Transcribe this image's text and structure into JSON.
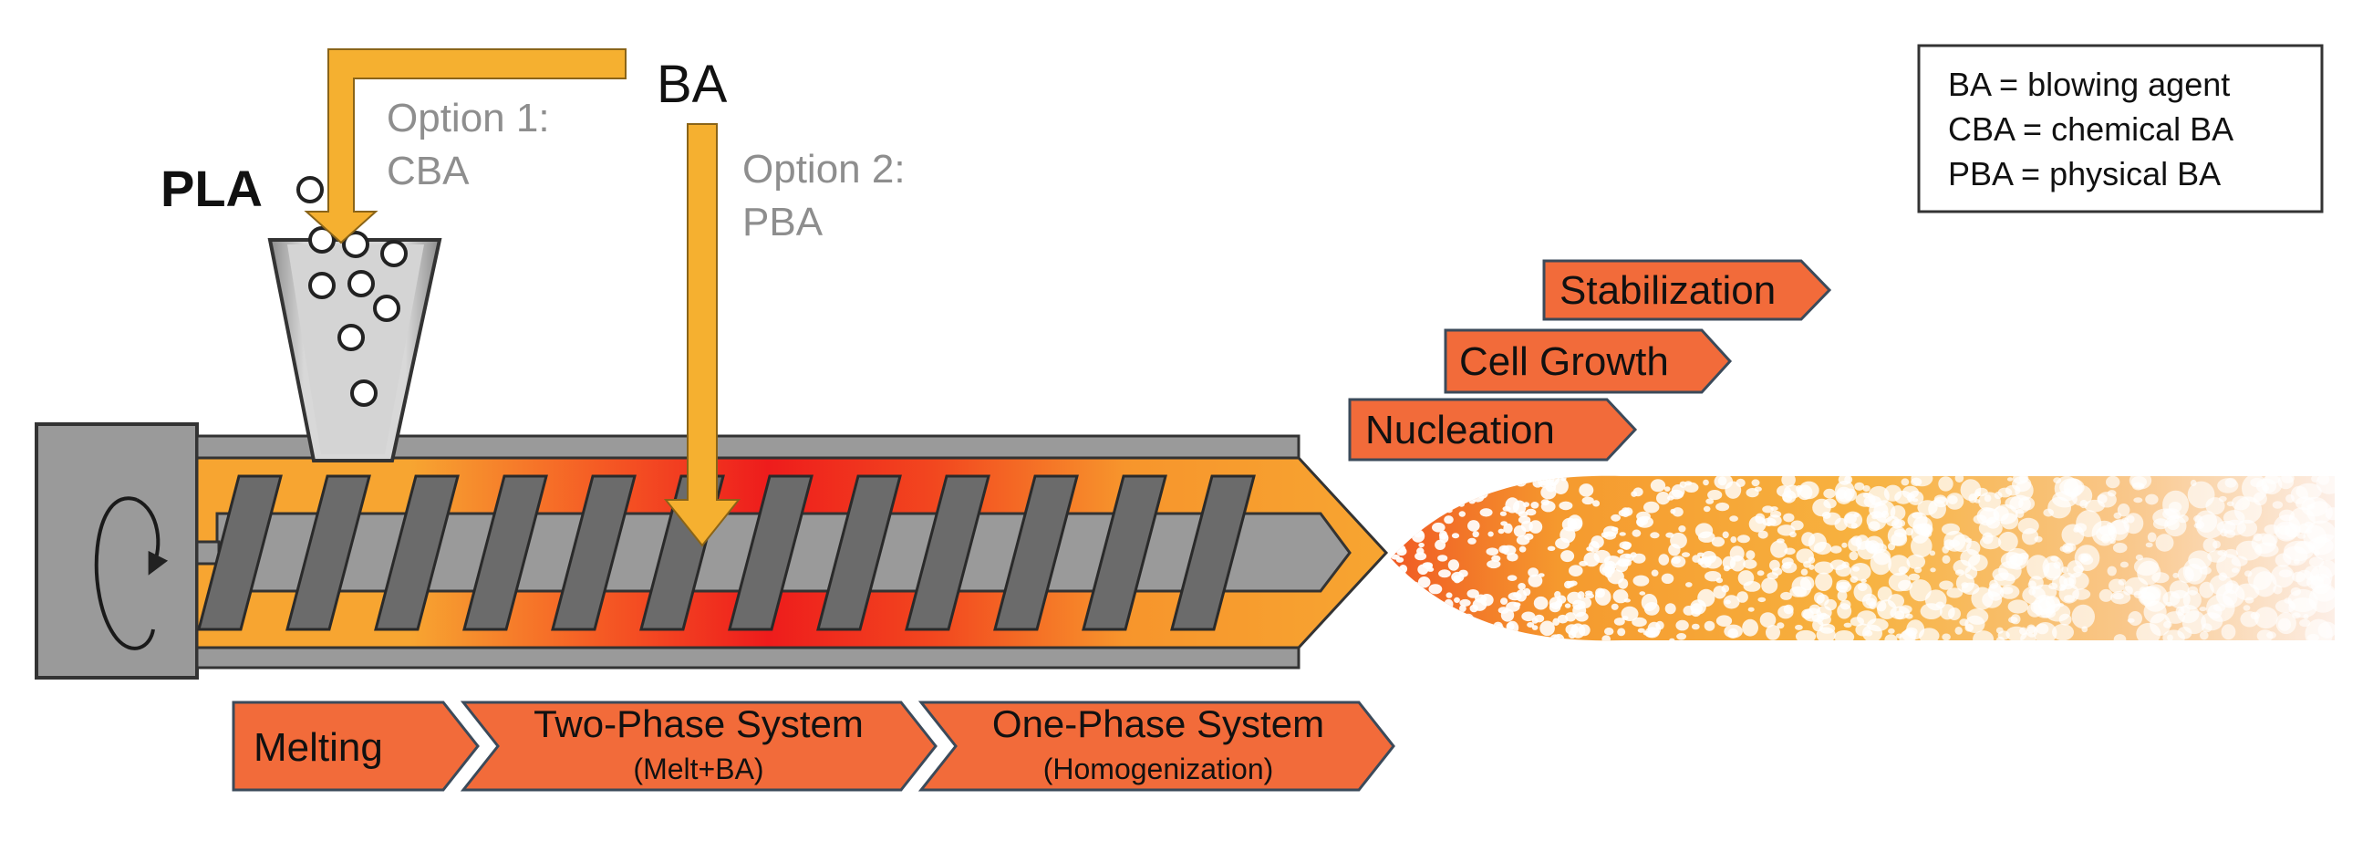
{
  "labels": {
    "pla": "PLA",
    "ba": "BA",
    "option1_line1": "Option 1:",
    "option1_line2": "CBA",
    "option2_line1": "Option 2:",
    "option2_line2": "PBA"
  },
  "legend": {
    "line1": "BA = blowing agent",
    "line2": "CBA = chemical BA",
    "line3": "PBA = physical BA"
  },
  "foam_stages": {
    "nucleation": "Nucleation",
    "cell_growth": "Cell Growth",
    "stabilization": "Stabilization"
  },
  "process_stages": {
    "melting": "Melting",
    "two_phase": "Two-Phase System",
    "two_phase_sub": "(Melt+BA)",
    "one_phase": "One-Phase System",
    "one_phase_sub": "(Homogenization)"
  },
  "colors": {
    "feed_arrow": "#F5B030",
    "stage_box": "#F26B3A",
    "stage_border": "#3B4A5A",
    "melt_orange": "#F7A531",
    "melt_red": "#EE1C1C",
    "screw_gray": "#6B6B6B",
    "barrel_gray": "#9A9A9A"
  }
}
